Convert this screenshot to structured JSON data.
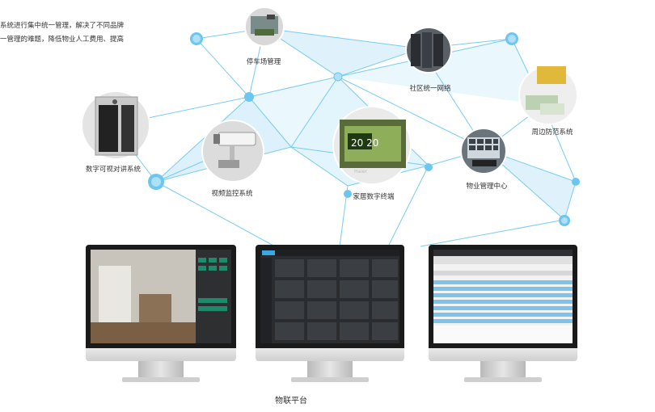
{
  "intro_lines": [
    "系统进行集中统一管理，解决了不同品牌",
    "一管理的难题，降低物业人工费用、提高"
  ],
  "nodes": [
    {
      "label": "停车场管理",
      "icon": "parking-camera-icon"
    },
    {
      "label": "社区统一网络",
      "icon": "server-rack-icon"
    },
    {
      "label": "周边防范系统",
      "icon": "perimeter-alarm-icon"
    },
    {
      "label": "数字可视对讲系统",
      "icon": "video-intercom-icon"
    },
    {
      "label": "视频监控系统",
      "icon": "cctv-camera-icon"
    },
    {
      "label": "家居数字终端",
      "icon": "home-terminal-icon"
    },
    {
      "label": "物业管理中心",
      "icon": "control-room-icon"
    }
  ],
  "terminal_display": "20 20",
  "terminal_brand": "Haier",
  "platform_label": "物联平台",
  "colors": {
    "network": "#6cc6ef",
    "network_fill": "#aee0f7",
    "accent": "#3aa7e0"
  }
}
